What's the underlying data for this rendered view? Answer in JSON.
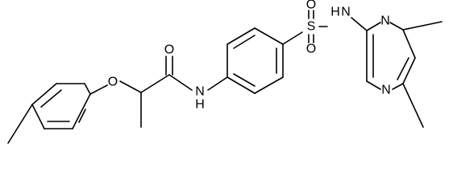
{
  "molecule": {
    "atom_labels": {
      "ether_oxygen": "O",
      "carbonyl_oxygen": "O",
      "amide_nitrogen": "N",
      "amide_hydrogen": "H",
      "sulfonyl_sulfur": "S",
      "sulfonyl_oxygen_top": "O",
      "sulfonyl_oxygen_bottom": "O",
      "sulfonamide_hydrogen": "H",
      "sulfonamide_nitrogen": "N",
      "pyrimidine_nitrogen_top": "N",
      "pyrimidine_nitrogen_bottom": "N"
    }
  }
}
